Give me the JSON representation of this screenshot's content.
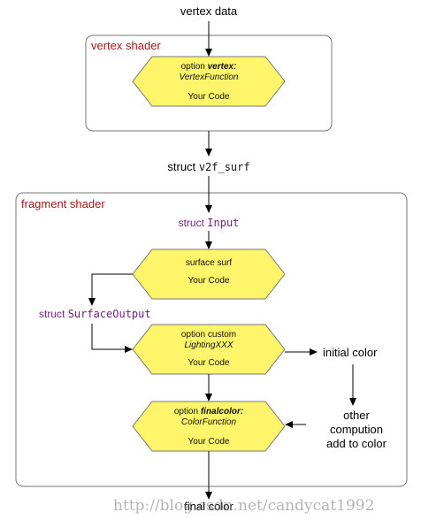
{
  "diagram": {
    "top_input": "vertex data",
    "vertex_shader": {
      "title": "vertex shader",
      "node": {
        "prefix": "option ",
        "keyword": "vertex:",
        "function": "VertexFunction",
        "code": "Your Code"
      }
    },
    "between": {
      "struct_word": "struct",
      "struct_name": "v2f_surf"
    },
    "fragment_shader": {
      "title": "fragment shader",
      "input_struct": {
        "struct_word": "struct",
        "name": "Input"
      },
      "surface_node": {
        "line1": "surface surf",
        "code": "Your Code"
      },
      "surface_output": {
        "struct_word": "struct",
        "name": "SurfaceOutput"
      },
      "lighting_node": {
        "line1": "option custom",
        "function": "LightingXXX",
        "code": "Your Code"
      },
      "finalcolor_node": {
        "prefix": "option ",
        "keyword": "finalcolor:",
        "function": "ColorFunction",
        "code": "Your Code"
      },
      "initial_color": "initial color",
      "other_compution": "other compution\nadd to color"
    },
    "bottom_output": "final color",
    "watermark": "http://blog.csdn.net/candycat1992"
  },
  "colors": {
    "hexagon_fill": "#fff56b",
    "hexagon_stroke": "#777777",
    "section_title": "#a3191b",
    "keyword": "#6f1d7a"
  }
}
